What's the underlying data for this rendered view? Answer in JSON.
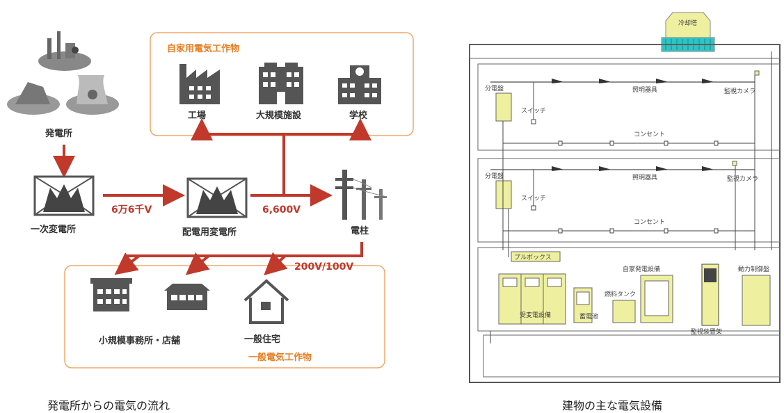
{
  "left_diagram": {
    "caption": "発電所からの電気の流れ",
    "self_use_group": "自家用電気工作物",
    "general_group": "一般電気工作物",
    "labels": {
      "power_plant": "発電所",
      "primary_substation": "一次変電所",
      "distribution_substation": "配電用変電所",
      "utility_pole": "電柱",
      "factory": "工場",
      "large_facility": "大規模施設",
      "school": "学校",
      "small_office": "小規模事務所・店舗",
      "house": "一般住宅"
    },
    "voltages": {
      "v1": "6万6千V",
      "v2": "6,600V",
      "v3": "200V/100V"
    }
  },
  "right_diagram": {
    "caption": "建物の主な電気設備",
    "labels": {
      "cooling_tower": "冷却塔",
      "panel_3f": "分電盤",
      "switch_3f": "スイッチ",
      "lighting_3f": "照明器具",
      "camera_3f": "監視カメラ",
      "outlet_3f": "コンセント",
      "panel_2f": "分電盤",
      "switch_2f": "スイッチ",
      "lighting_2f": "照明器具",
      "camera_2f": "監視カメラ",
      "outlet_2f": "コンセント",
      "pull_box": "プルボックス",
      "generator": "自家発電設備",
      "fuel_tank": "燃料タンク",
      "power_control": "動力制御盤",
      "substation_equipment": "受変電設備",
      "battery": "蓄電池",
      "monitoring_rack": "監視装置架"
    }
  },
  "colors": {
    "arrow": "#c0392b",
    "group_border": "#f0a868",
    "group_text": "#e67e22",
    "equipment": "#eef0a0",
    "icon": "#555555"
  }
}
